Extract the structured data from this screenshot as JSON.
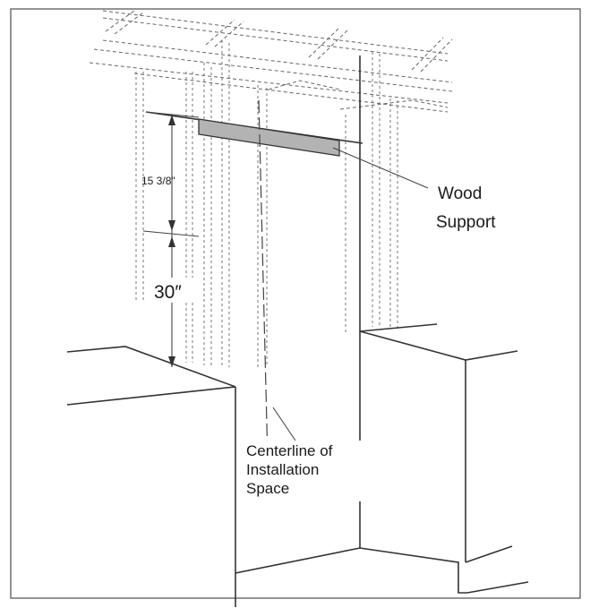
{
  "labels": {
    "dim_upper": "15 3/8\"",
    "dim_lower": "30″",
    "wood_support": [
      "Wood",
      "Support"
    ],
    "centerline": [
      "Centerline of",
      "Installation",
      "Space"
    ]
  },
  "colors": {
    "line": "#333333",
    "wood_support_fill": "#b3b3b3",
    "frame": "#666666"
  }
}
